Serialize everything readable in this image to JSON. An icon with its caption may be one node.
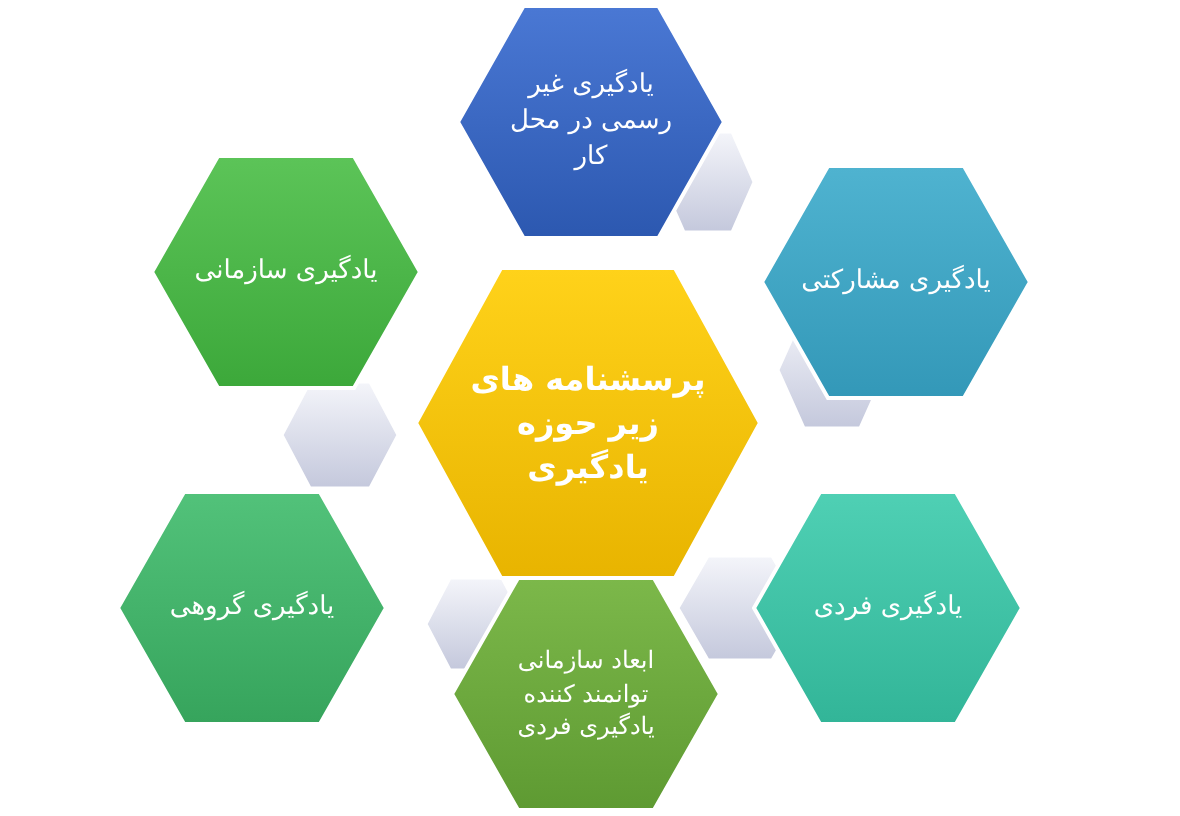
{
  "diagram": {
    "nodes": [
      {
        "text": [
          "پرسشنامه های زیر حوزه یادگیری"
        ]
      },
      {
        "text": [
          "یادگیری غیر رسمی در محل کار"
        ]
      },
      {
        "text": [
          "یادگیری مشارکتی"
        ]
      },
      {
        "text": [
          "یادگیری فردی"
        ]
      },
      {
        "text": [
          "ابعاد سازمانی توانمند کننده یادگیری فردی"
        ]
      },
      {
        "text": [
          "یادگیری گروهی"
        ]
      },
      {
        "text": [
          "یادگیری سازمانی"
        ]
      }
    ]
  }
}
